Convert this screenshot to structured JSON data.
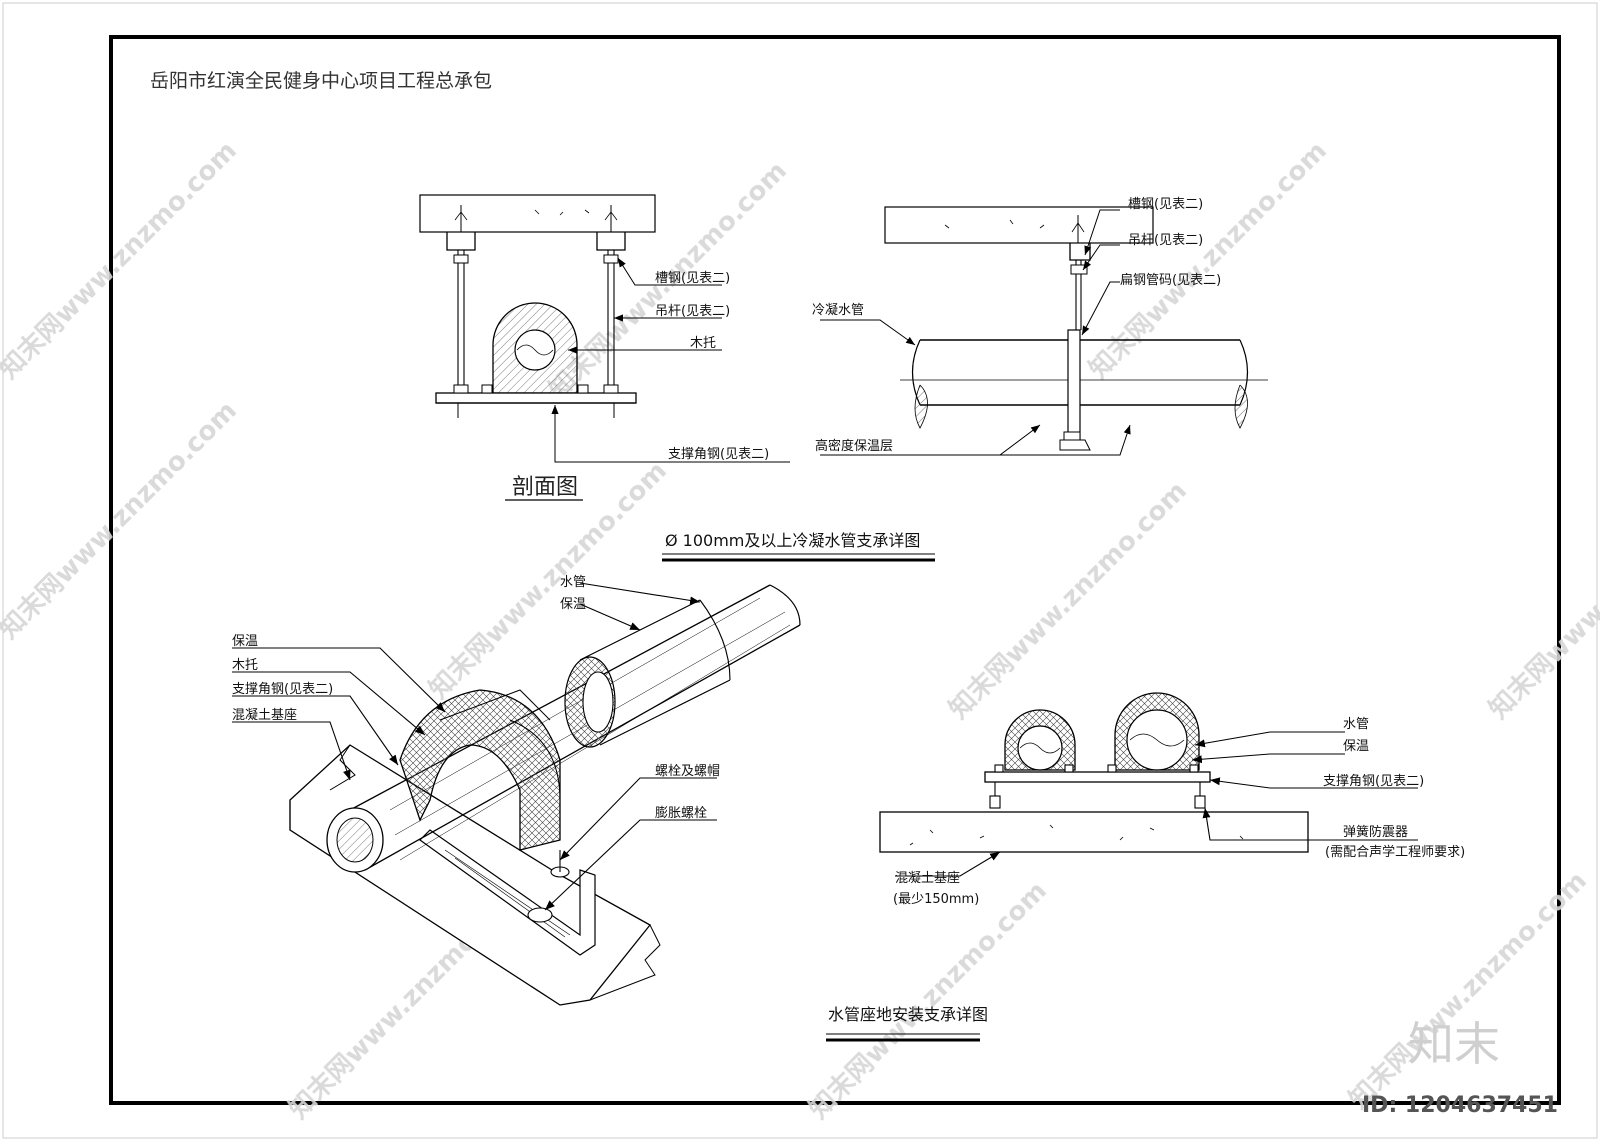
{
  "project_title": "岳阳市红演全民健身中心项目工程总承包",
  "section_label": "剖面图",
  "drawing_titles": {
    "top": "Ø  100mm及以上冷凝水管支承详图",
    "bottom": "水管座地安装支承详图"
  },
  "section_callouts": {
    "channel": "槽钢(见表二)",
    "rod": "吊杆(见表二)",
    "wood": "木托",
    "angle": "支撑角钢(见表二)"
  },
  "side_callouts": {
    "channel": "槽钢(见表二)",
    "rod": "吊杆(见表二)",
    "flat": "扁钢管码(见表二)",
    "pipe": "冷凝水管",
    "insul": "高密度保温层"
  },
  "iso_callouts": {
    "pipe": "水管",
    "insul_top": "保温",
    "insul": "保温",
    "wood": "木托",
    "angle": "支撑角钢(见表二)",
    "base": "混凝土基座",
    "bolt": "螺栓及螺帽",
    "anchor": "膨胀螺栓"
  },
  "floor_callouts": {
    "pipe": "水管",
    "insul": "保温",
    "angle": "支撑角钢(见表二)",
    "spring": "弹簧防震器",
    "spring_note": "(需配合声学工程师要求)",
    "base": "混凝土基座",
    "base_note": "(最少150mm)"
  },
  "watermark": {
    "text": "知末网www.znzmo.com",
    "brand": "知末",
    "id": "ID: 1204637451"
  }
}
